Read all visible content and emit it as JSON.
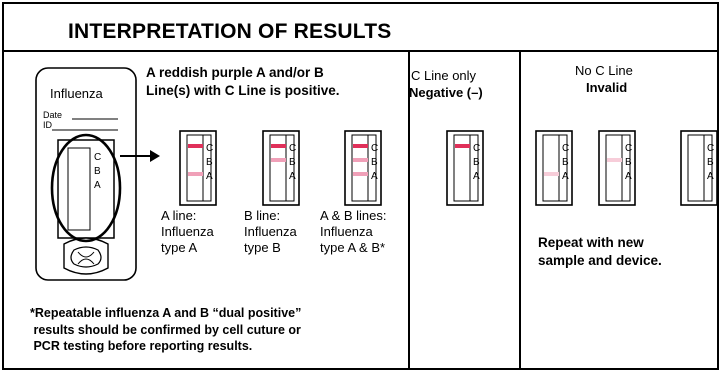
{
  "header": {
    "title": "INTERPRETATION OF RESULTS"
  },
  "device": {
    "brand": "Influenza",
    "date_label": "Date",
    "id_label": "ID",
    "letters": [
      "C",
      "B",
      "A"
    ]
  },
  "positive": {
    "heading_line1": "A reddish purple A and/or B",
    "heading_line2": "Line(s) with C Line is positive.",
    "cases": [
      {
        "label": "A line:\nInfluenza\ntype A",
        "lines": [
          "C",
          "A"
        ]
      },
      {
        "label": "B line:\nInfluenza\ntype B",
        "lines": [
          "C",
          "B"
        ]
      },
      {
        "label": "A & B lines:\nInfluenza\ntype A & B*",
        "lines": [
          "C",
          "B",
          "A"
        ]
      }
    ]
  },
  "negative": {
    "heading_line1": "C Line only",
    "heading_line2": "Negative (–)",
    "lines": [
      "C"
    ]
  },
  "invalid": {
    "heading_line1": "No C Line",
    "heading_line2": "Invalid",
    "cassettes": [
      {
        "lines": [
          "A"
        ]
      },
      {
        "lines": [
          "B"
        ]
      },
      {
        "lines": []
      }
    ],
    "instruction": "Repeat with new\nsample and device."
  },
  "footnote": "*Repeatable influenza A and B “dual positive”\n results should be confirmed by cell cuture or\n PCR testing before reporting results.",
  "colors": {
    "c_line": "#e0305a",
    "t_line": "#f0a0b8",
    "t_line_light": "#f7cdd9",
    "border": "#000000"
  }
}
